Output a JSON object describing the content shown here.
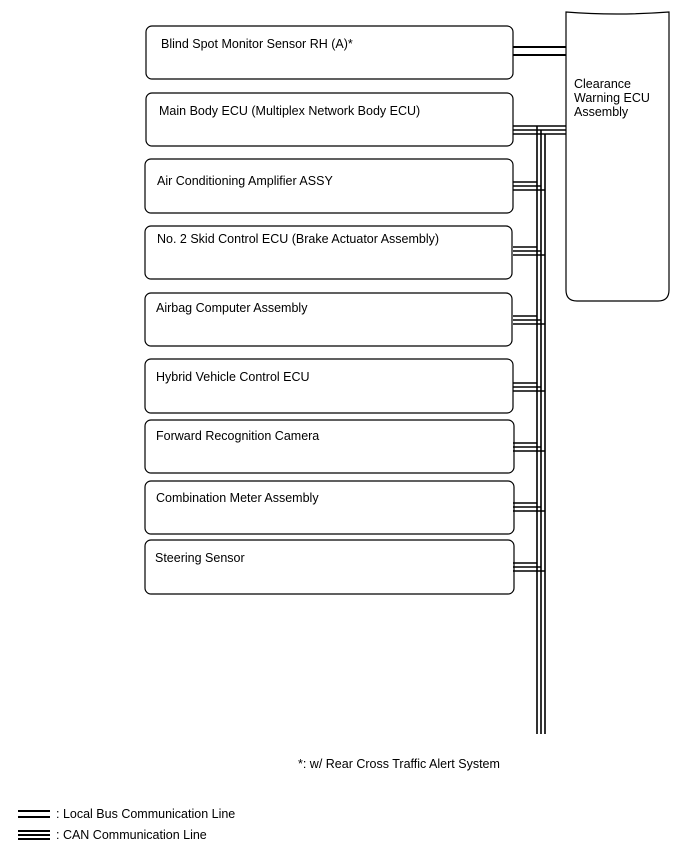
{
  "boxes": [
    {
      "label": "Blind Spot Monitor Sensor RH (A)*"
    },
    {
      "label": "Main Body ECU (Multiplex Network Body ECU)"
    },
    {
      "label": "Air Conditioning Amplifier ASSY"
    },
    {
      "label": "No. 2 Skid Control ECU (Brake Actuator Assembly)"
    },
    {
      "label": "Airbag Computer Assembly"
    },
    {
      "label": "Hybrid Vehicle Control ECU"
    },
    {
      "label": "Forward Recognition Camera"
    },
    {
      "label": "Combination Meter Assembly"
    },
    {
      "label": "Steering Sensor"
    }
  ],
  "ecu": {
    "label_lines": [
      "Clearance",
      "Warning ECU",
      "Assembly"
    ]
  },
  "footnote": "*: w/ Rear Cross Traffic Alert System",
  "legend": [
    {
      "label": ": Local Bus Communication Line"
    },
    {
      "label": ": CAN Communication Line"
    }
  ]
}
